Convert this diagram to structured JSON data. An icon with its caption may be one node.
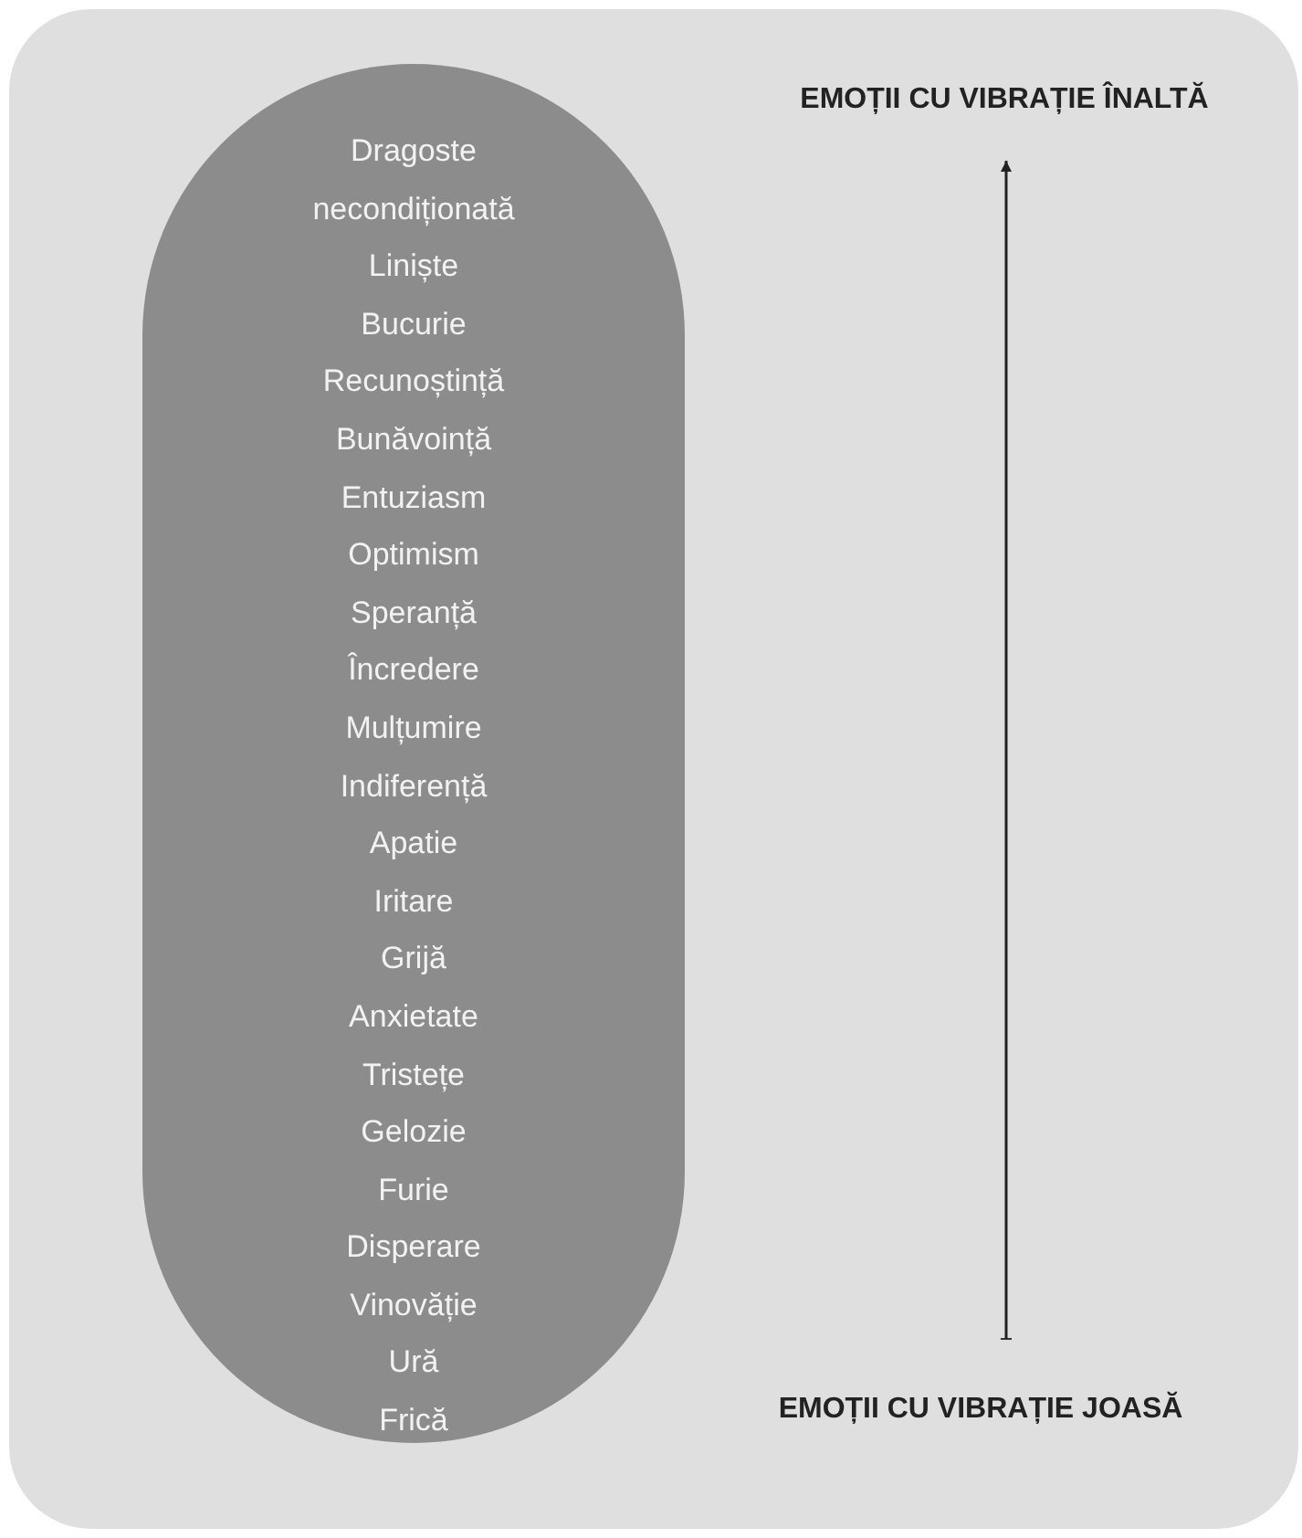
{
  "diagram": {
    "nodes": [
      {
        "text": [
          "Dragoste necondiționată",
          "Liniște",
          "Bucurie",
          "Recunoștință",
          "Bunăvoință",
          "Entuziasm",
          "Optimism",
          "Speranță",
          "Încredere",
          "Mulțumire",
          "Indiferență",
          "Apatie",
          "Iritare",
          "Grijă",
          "Anxietate",
          "Tristețe",
          "Gelozie",
          "Furie",
          "Disperare",
          "Vinovăție",
          "Ură",
          "Frică"
        ]
      },
      {
        "text": [
          "EMOȚII CU VIBRAȚIE ÎNALTĂ"
        ]
      },
      {
        "text": [
          "EMOȚII CU VIBRAȚIE JOASĂ"
        ]
      }
    ],
    "edges": [
      {
        "from": 2,
        "to": 1,
        "arrow": "to"
      }
    ]
  }
}
